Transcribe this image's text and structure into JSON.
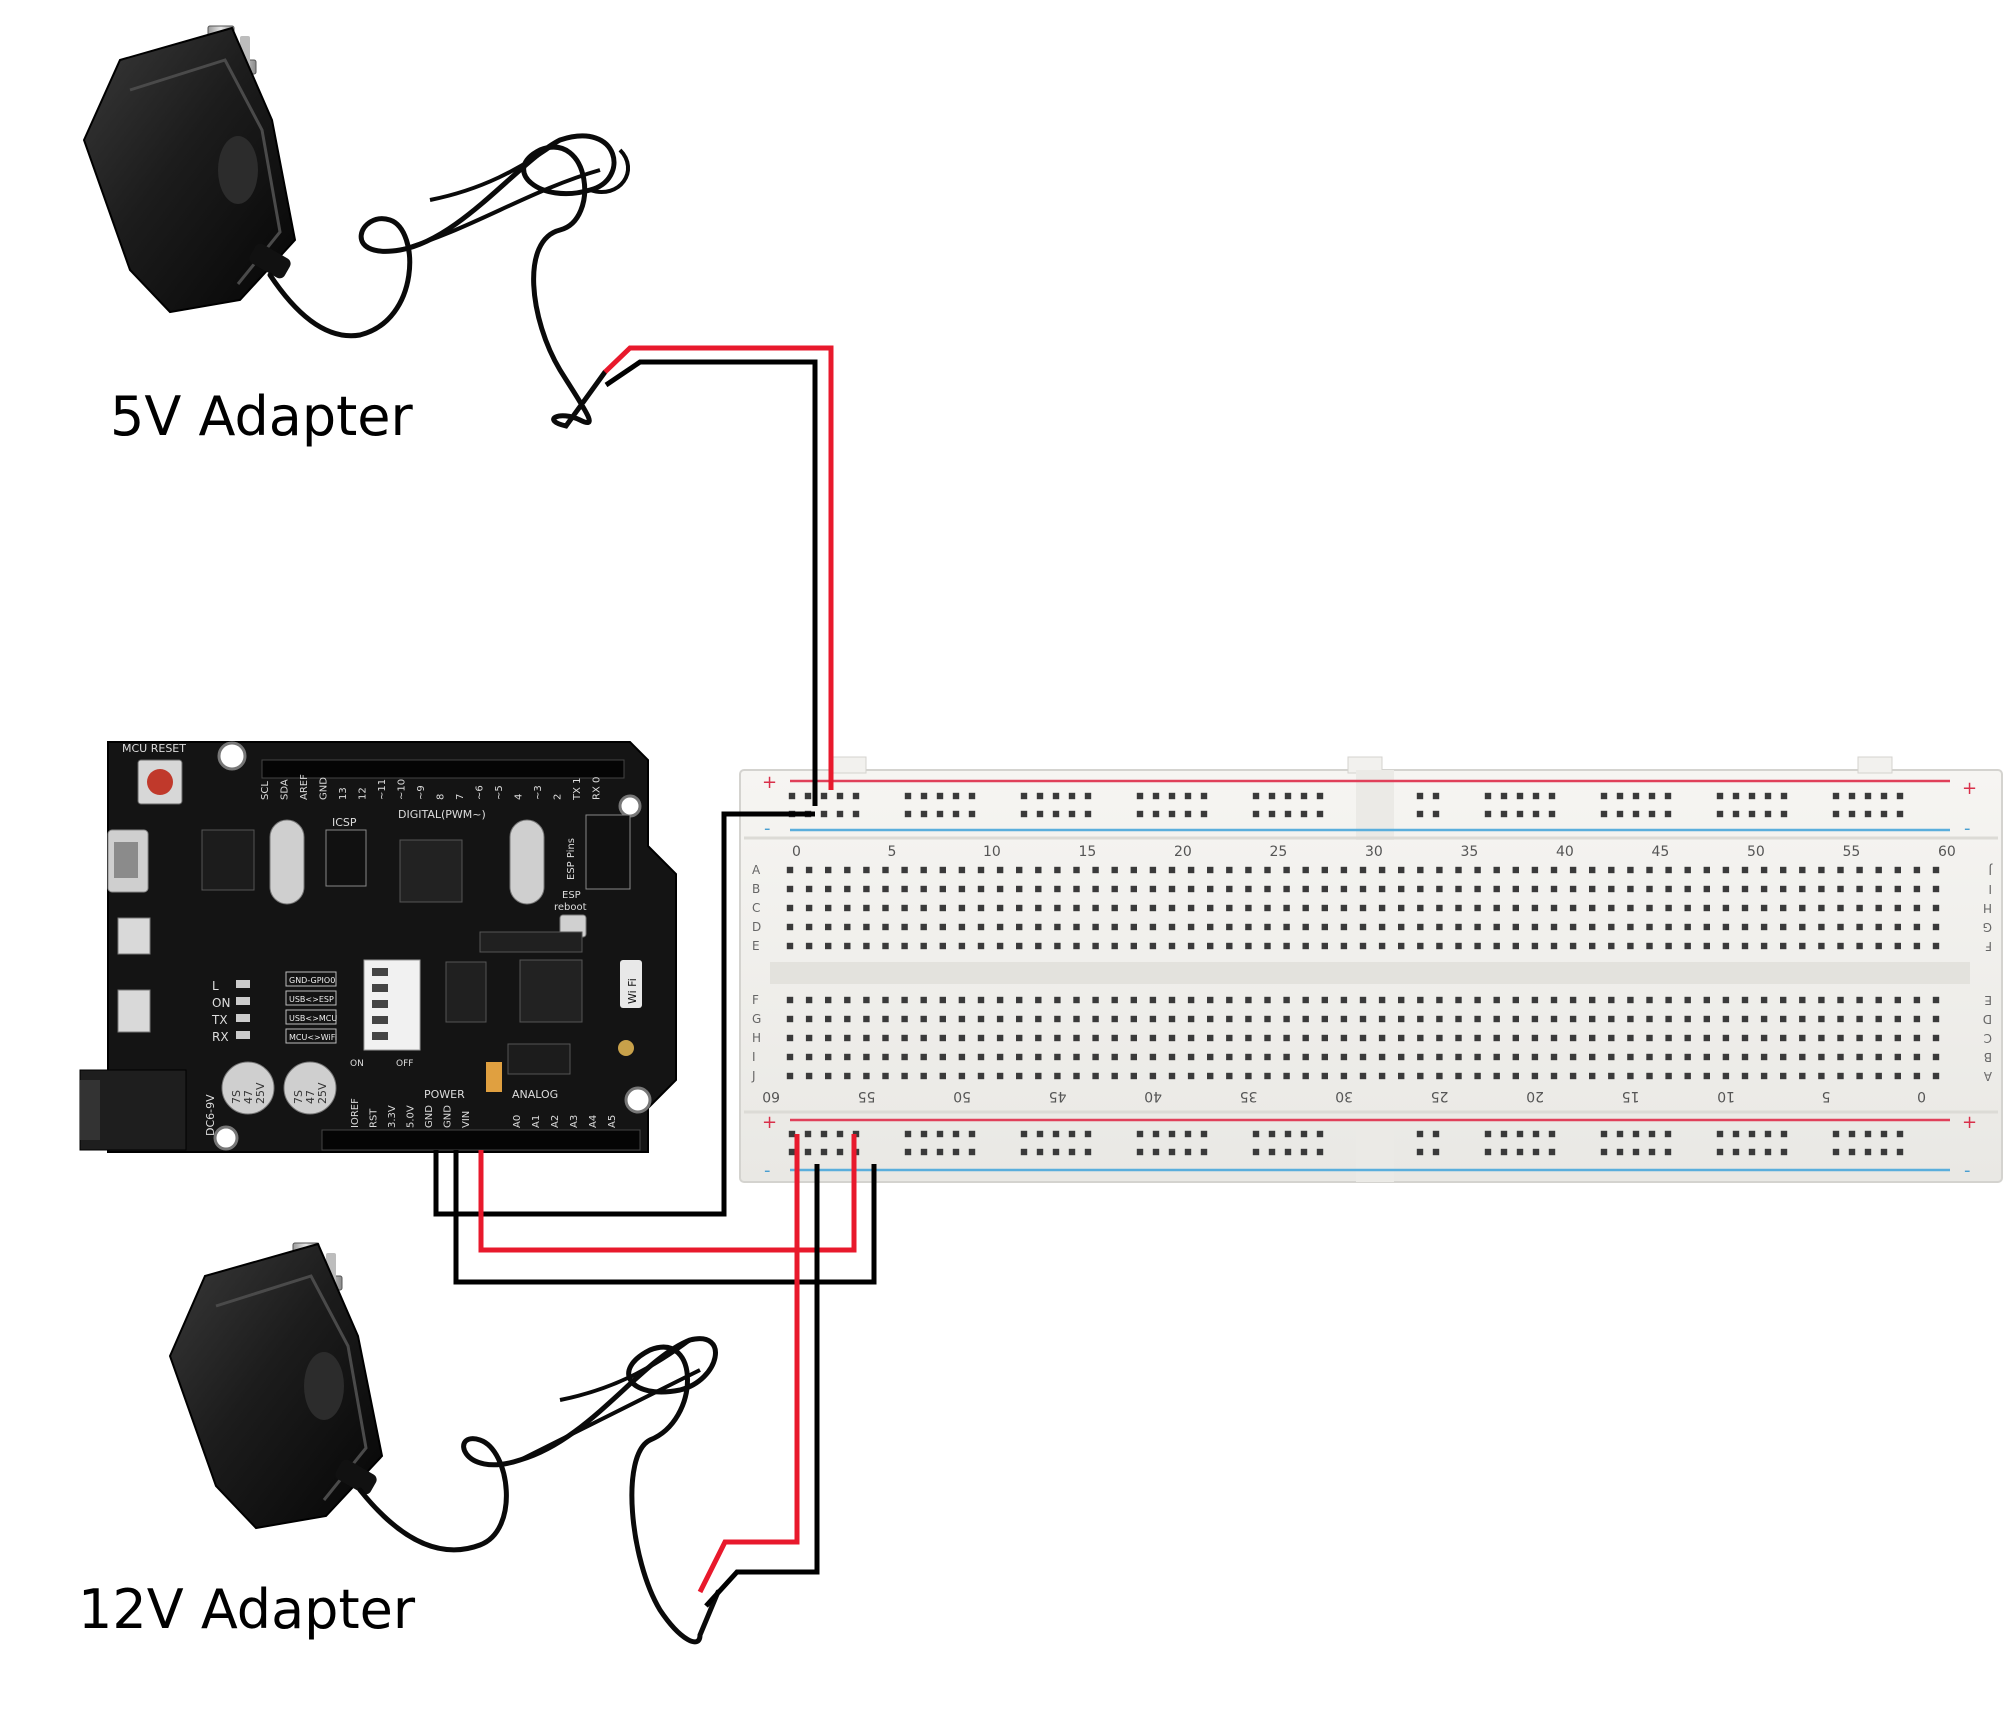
{
  "labels": {
    "adapter_5v": "5V Adapter",
    "adapter_12v": "12V Adapter"
  },
  "board": {
    "mcu_reset": "MCU RESET",
    "digital_pwm": "DIGITAL(PWM~)",
    "icsp": "ICSP",
    "esp_pins": "ESP Pins",
    "esp_reboot_1": "ESP",
    "esp_reboot_2": "reboot",
    "power": "POWER",
    "analog": "ANALOG",
    "dc_in": "DC6-9V",
    "on": "ON",
    "off": "OFF",
    "wifi_logo": "Wi Fi",
    "led_labels": [
      "L",
      "ON",
      "TX",
      "RX"
    ],
    "mode_labels": [
      "GND-GPIO0",
      "USB<>ESP",
      "USB<>MCU",
      "MCU<>WiFi"
    ],
    "cap_label_1": [
      "7S",
      "47",
      "25V"
    ],
    "cap_label_2": [
      "7S",
      "47",
      "25V"
    ],
    "top_header_labels": [
      "SCL",
      "SDA",
      "AREF",
      "GND",
      "13",
      "12",
      "~11",
      "~10",
      "~9",
      "8",
      "7",
      "~6",
      "~5",
      "4",
      "~3",
      "2",
      "TX 1",
      "RX 0"
    ],
    "power_header_labels": [
      "IOREF",
      "RST",
      "3.3V",
      "5.0V",
      "GND",
      "GND",
      "VIN"
    ],
    "analog_header_labels": [
      "A0",
      "A1",
      "A2",
      "A3",
      "A4",
      "A5"
    ]
  },
  "breadboard": {
    "top_numbers": [
      "0",
      "5",
      "10",
      "15",
      "20",
      "25",
      "30",
      "35",
      "40",
      "45",
      "50",
      "55",
      "60"
    ],
    "bottom_numbers": [
      "60",
      "55",
      "50",
      "45",
      "40",
      "35",
      "30",
      "25",
      "20",
      "15",
      "10",
      "5",
      "0"
    ],
    "row_letters_left_top": [
      "A",
      "B",
      "C",
      "D",
      "E"
    ],
    "row_letters_left_bottom": [
      "F",
      "G",
      "H",
      "I",
      "J"
    ],
    "row_letters_right_top": [
      "J",
      "I",
      "H",
      "G",
      "F"
    ],
    "row_letters_right_bottom": [
      "E",
      "D",
      "C",
      "B",
      "A"
    ],
    "plus_sign": "+",
    "minus_sign": "-"
  },
  "colors": {
    "wire_red": "#e8192c",
    "wire_black": "#000000",
    "rail_red": "#e0405a",
    "rail_blue": "#5aaedc",
    "board_black": "#141414",
    "breadboard_body": "#f2f1ee",
    "adapter_body": "#1c1c1c"
  }
}
